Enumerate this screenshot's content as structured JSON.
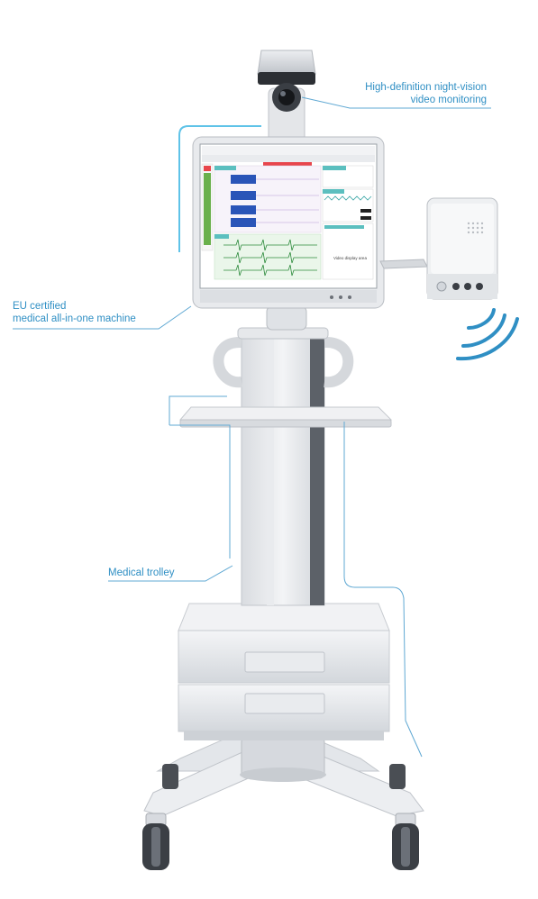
{
  "annotations": {
    "video_monitoring": [
      "High-definition night-vision",
      "video monitoring"
    ],
    "all_in_one": [
      "EU certified",
      "medical all-in-one machine"
    ],
    "trolley": "Medical trolley"
  },
  "screen": {
    "video_caption": "Video display area"
  },
  "colors": {
    "accent": "#2f8fc4",
    "device_body": "#e6e8eb",
    "device_shadow": "#b9bdc3",
    "dark_trim": "#5c6168",
    "waveform_blue": "#2a55b8",
    "ecg_green": "#2e8b3d"
  }
}
